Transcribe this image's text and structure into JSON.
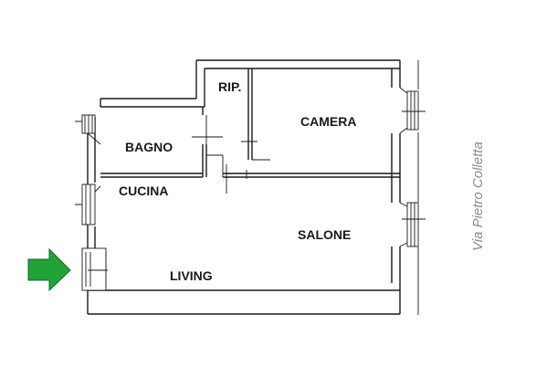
{
  "rooms": {
    "rip": "RIP.",
    "camera": "CAMERA",
    "bagno": "BAGNO",
    "cucina": "CUCINA",
    "salone": "SALONE",
    "living": "LIVING"
  },
  "street": "Via Pietro Colletta",
  "colors": {
    "walls": "#1a1a1a",
    "entrance_arrow_fill": "#22a33a",
    "entrance_arrow_stroke": "#0f6a20",
    "street_text": "#8a8a8a"
  },
  "icons": {
    "entrance": "entrance-arrow-icon"
  }
}
